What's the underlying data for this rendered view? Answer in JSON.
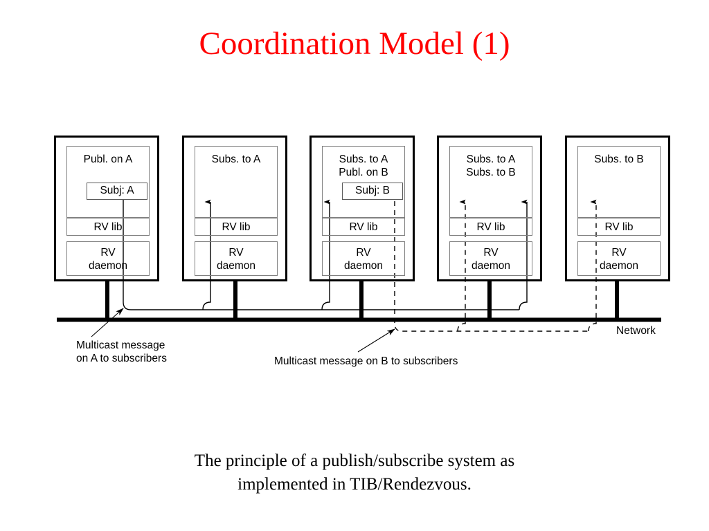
{
  "slide": {
    "title": "Coordination Model (1)",
    "title_color": "#ff0000",
    "caption_line1": "The principle of a publish/subscribe system as",
    "caption_line2": "implemented in TIB/Rendezvous."
  },
  "diagram": {
    "type": "network-publish-subscribe",
    "network_label": "Network",
    "lib_label": "RV lib",
    "daemon_label_line1": "RV",
    "daemon_label_line2": "daemon",
    "nodes": [
      {
        "id": "node-1",
        "app_lines": [
          "Publ. on A"
        ],
        "subject": "Subj: A",
        "has_subject": true,
        "lib": "RV lib",
        "daemon": "RV\ndaemon",
        "arrows_in": []
      },
      {
        "id": "node-2",
        "app_lines": [
          "Subs. to A"
        ],
        "subject": "",
        "has_subject": false,
        "lib": "RV lib",
        "daemon": "RV\ndaemon",
        "arrows_in": [
          "A"
        ]
      },
      {
        "id": "node-3",
        "app_lines": [
          "Subs. to A",
          "Publ. on B"
        ],
        "subject": "Subj: B",
        "has_subject": true,
        "lib": "RV lib",
        "daemon": "RV\ndaemon",
        "arrows_in": [
          "A"
        ]
      },
      {
        "id": "node-4",
        "app_lines": [
          "Subs. to A",
          "Subs. to B"
        ],
        "subject": "",
        "has_subject": false,
        "lib": "RV lib",
        "daemon": "RV\ndaemon",
        "arrows_in": [
          "B",
          "A"
        ]
      },
      {
        "id": "node-5",
        "app_lines": [
          "Subs. to B"
        ],
        "subject": "",
        "has_subject": false,
        "lib": "RV lib",
        "daemon": "RV\ndaemon",
        "arrows_in": [
          "B"
        ]
      }
    ],
    "annotations": [
      {
        "id": "multicast-a",
        "text": "Multicast message\non A to subscribers",
        "style": "solid"
      },
      {
        "id": "multicast-b",
        "text": "Multicast message on B to subscribers",
        "style": "dashed"
      }
    ]
  }
}
